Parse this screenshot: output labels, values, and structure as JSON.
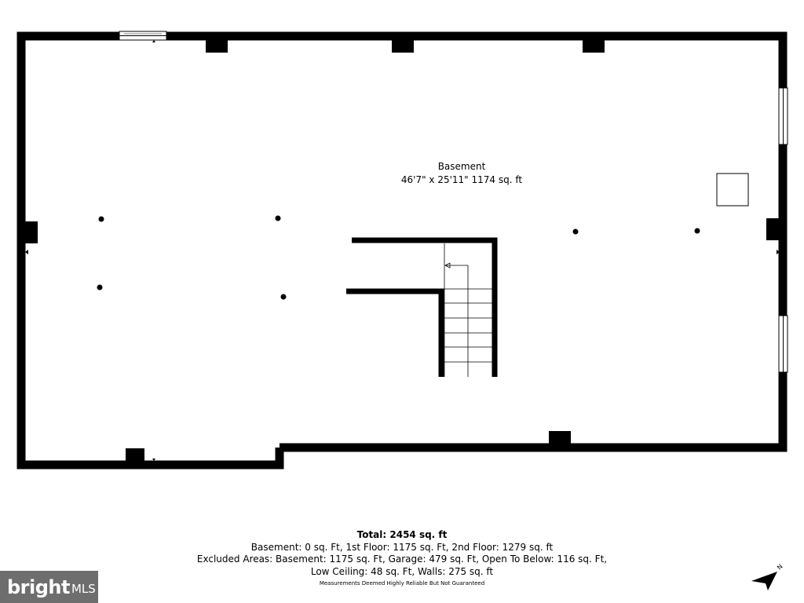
{
  "room": {
    "name": "Basement",
    "dimensions": "46'7\" x 25'11\" 1174 sq. ft"
  },
  "summary": {
    "total": "Total: 2454 sq. ft",
    "line1": "Basement: 0 sq. Ft, 1st Floor: 1175 sq. Ft, 2nd Floor: 1279 sq. ft",
    "line2": "Excluded Areas: Basement: 1175 sq. Ft, Garage: 479 sq. Ft, Open To Below: 116 sq. Ft,",
    "line3": "Low Ceiling: 48 sq. Ft, Walls: 275 sq. ft",
    "disclaimer": "Measurements Deemed Highly Reliable But Not Guaranteed"
  },
  "brand": {
    "name": "bright",
    "suffix": "MLS",
    "color": "#6e6e6e"
  },
  "compass": {
    "label": "N",
    "icon": "north-arrow-icon"
  },
  "colors": {
    "wall": "#000000",
    "window": "#ffffff"
  }
}
